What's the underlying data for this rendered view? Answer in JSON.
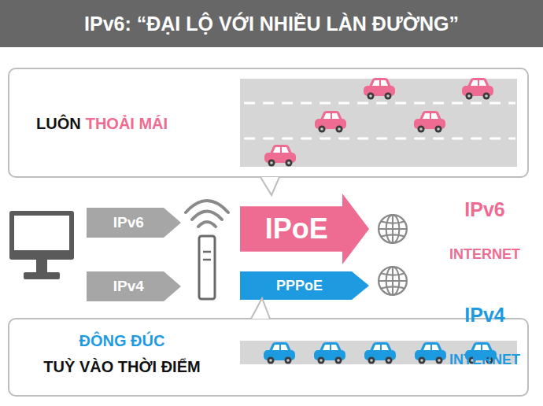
{
  "diagram": {
    "title": "IPv6: “ĐẠI LỘ VỚI NHIỀU LÀN ĐƯỜNG”",
    "nodes": [
      {
        "text": [
          "LUÔN",
          "THOẢI MÁI"
        ]
      },
      {
        "text": [
          "IPv6"
        ]
      },
      {
        "text": [
          "IPoE"
        ]
      },
      {
        "text": [
          "IPv4"
        ]
      },
      {
        "text": [
          "PPPoE"
        ]
      },
      {
        "text": [
          "ĐÔNG ĐÚC",
          "TUỲ VÀO THỜI ĐIỂM"
        ]
      }
    ],
    "edges": [
      {
        "from": 0,
        "to": 2,
        "arrow": "none"
      },
      {
        "from": 5,
        "to": 4,
        "arrow": "none"
      }
    ],
    "labels": [
      "IPv6",
      "INTERNET",
      "IPv4",
      "INTERNET"
    ]
  }
}
